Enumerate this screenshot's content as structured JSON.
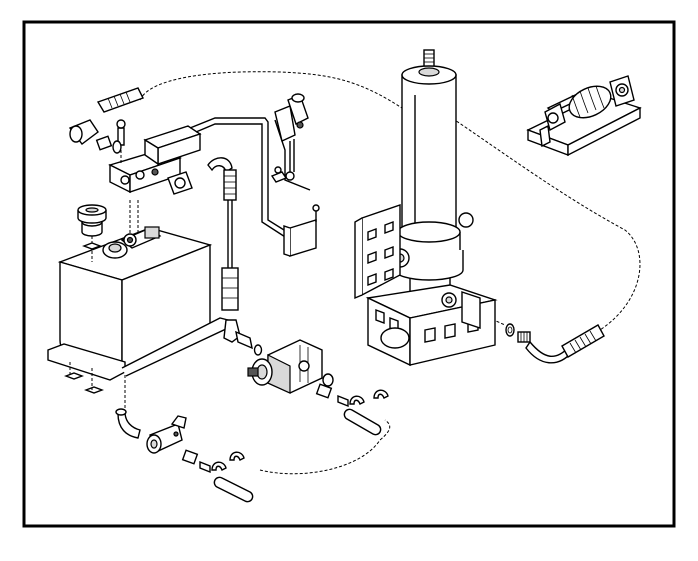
{
  "diagram": {
    "colors": {
      "line": "#000000",
      "fill": "#ffffff",
      "shade": "#d9d9d9",
      "dark": "#555555"
    },
    "components": [
      {
        "id": "hydraulic-cylinder"
      },
      {
        "id": "cylinder-mounting-bracket"
      },
      {
        "id": "cylinder-base-mount"
      },
      {
        "id": "hinge-assembly"
      },
      {
        "id": "hydraulic-tank"
      },
      {
        "id": "filler-breather-cap"
      },
      {
        "id": "valve-block"
      },
      {
        "id": "control-lever"
      },
      {
        "id": "cable-control-box"
      },
      {
        "id": "hydraulic-pump"
      },
      {
        "id": "pressure-hose"
      },
      {
        "id": "return-hose"
      },
      {
        "id": "suction-hose-upper"
      },
      {
        "id": "suction-hose-lower"
      },
      {
        "id": "suction-fittings"
      },
      {
        "id": "hose-clamps"
      }
    ]
  }
}
